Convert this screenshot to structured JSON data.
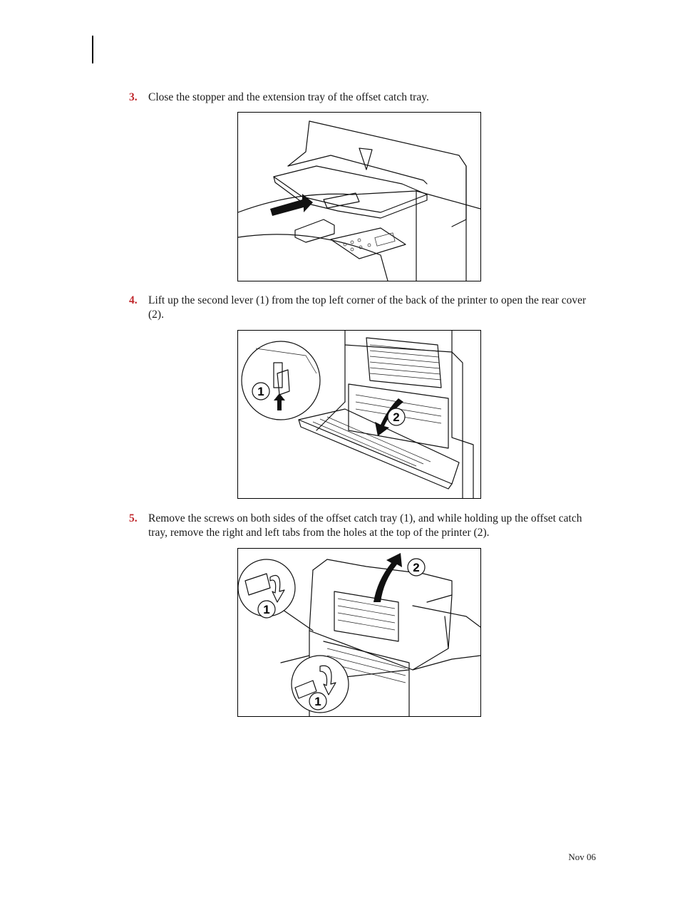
{
  "steps": [
    {
      "number": "3.",
      "text": "Close the stopper and the extension tray of the offset catch tray."
    },
    {
      "number": "4.",
      "text": "Lift up the second lever (1) from the top left corner of the back of the printer to open the rear cover (2)."
    },
    {
      "number": "5.",
      "text": "Remove the screws on both sides of the offset catch tray (1), and while holding up the offset catch tray, remove the right and left tabs from the holes at the top of the printer (2)."
    }
  ],
  "figures": {
    "fig4": {
      "callout_1": "1",
      "callout_2": "2"
    },
    "fig5": {
      "callout_1a": "1",
      "callout_1b": "1",
      "callout_2": "2"
    }
  },
  "footer": {
    "date": "Nov 06"
  },
  "colors": {
    "step_number": "#c0282d"
  }
}
